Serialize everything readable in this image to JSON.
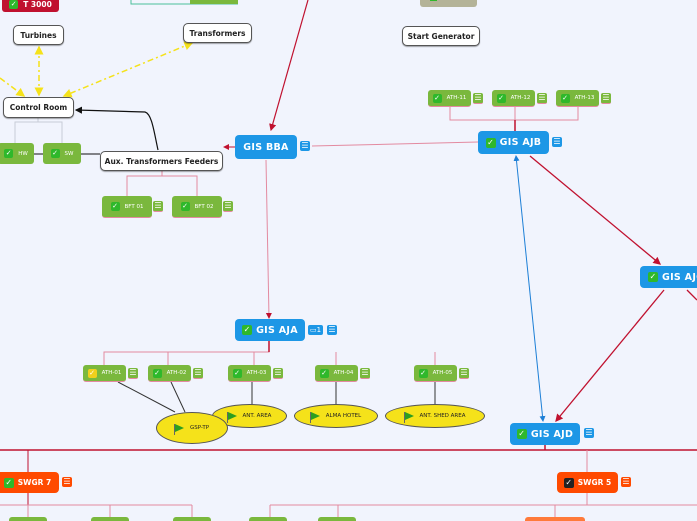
{
  "colors": {
    "background": "#f1f4fd",
    "gis_blue": "#1d97e6",
    "swgr_orange": "#ff4a00",
    "task_green": "#7ab83d",
    "marker_yellow": "#f5e21a",
    "link_red": "#c0112f",
    "link_yellow": "#f5e21a",
    "link_blue": "#1d7fd6",
    "alert_red": "#c0112f"
  },
  "nodes": {
    "t3000": {
      "label": "T 3000",
      "checked": true
    },
    "turbines": {
      "label": "Turbines"
    },
    "transformers": {
      "label": "Transformers"
    },
    "start_generator": {
      "label": "Start Generator"
    },
    "control_room": {
      "label": "Control Room"
    },
    "hw": {
      "label": "HW",
      "checked": true
    },
    "sw": {
      "label": "SW",
      "checked": true
    },
    "aux_feeders": {
      "label": "Aux. Transformers Feeders"
    },
    "bft01": {
      "label": "BFT 01",
      "checked": true
    },
    "bft02": {
      "label": "BFT 02",
      "checked": true
    },
    "gis_bba": {
      "label": "GIS BBA"
    },
    "gis_ajb": {
      "label": "GIS AJB",
      "checked": true
    },
    "ath11": {
      "label": "ATH-11",
      "checked": true
    },
    "ath12": {
      "label": "ATH-12",
      "checked": true
    },
    "ath13": {
      "label": "ATH-13",
      "checked": true
    },
    "gis_ajc": {
      "label": "GIS AJC",
      "checked": true
    },
    "gis_aja": {
      "label": "GIS AJA",
      "checked": true,
      "comments": "1"
    },
    "ath01": {
      "label": "ATH-01",
      "checked": "partial"
    },
    "ath02": {
      "label": "ATH-02",
      "checked": true
    },
    "ath03": {
      "label": "ATH-03",
      "checked": true
    },
    "ath04": {
      "label": "ATH-04",
      "checked": true
    },
    "ath05": {
      "label": "ATH-05",
      "checked": true
    },
    "gsp_tp": {
      "label": "GSP-TP"
    },
    "ant_area": {
      "label": "ANT. AREA"
    },
    "alma_hotel": {
      "label": "ALMA HOTEL"
    },
    "ant_shed_area": {
      "label": "ANT. SHED AREA"
    },
    "gis_ajd": {
      "label": "GIS AJD",
      "checked": true
    },
    "swgr7": {
      "label": "SWGR 7",
      "checked": true
    },
    "swgr5": {
      "label": "SWGR 5",
      "checked": "dark"
    }
  },
  "icons": {
    "check": "✓",
    "notes": "☰",
    "comment": "🗨"
  }
}
